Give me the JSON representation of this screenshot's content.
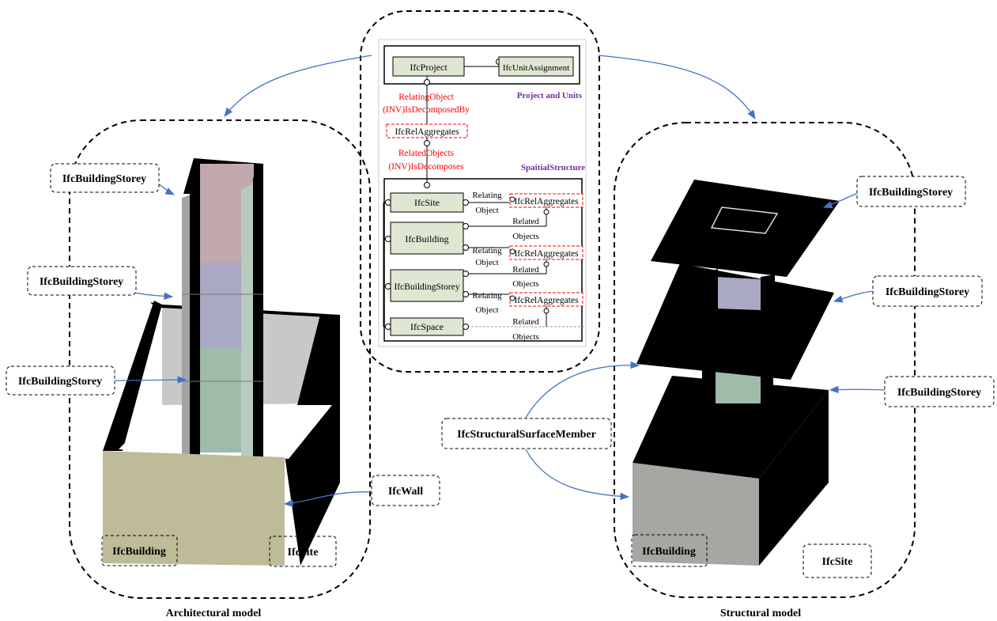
{
  "schema": {
    "project": "IfcProject",
    "unit_assignment": "IfcUnitAssignment",
    "project_units_title": "Project and Units",
    "relating_object": "RelatingObject",
    "inv_is_decomposed_by": "(INV)IsDecomposedBy",
    "rel_aggregates": "IfcRelAggregates",
    "related_objects": "RelatedObjects",
    "inv_decomposes": "(INV)IsDecomposes",
    "spatial_title": "SpaitialStructure",
    "entities": [
      "IfcSite",
      "IfcBuilding",
      "IfcBuildingStorey",
      "IfcSpace"
    ],
    "relating": "Relating",
    "object": "Object",
    "related": "Related",
    "objects": "Objects",
    "rel_aggregates_rows": [
      "IfcRelAggregates",
      "IfcRelAggregates",
      "IfcRelAggregates"
    ]
  },
  "architectural": {
    "caption": "Architectural model",
    "storey_labels": [
      "IfcBuildingStorey",
      "IfcBuildingStorey",
      "IfcBuildingStorey"
    ],
    "wall_label": "IfcWall",
    "building_label": "IfcBuilding",
    "site_label": "IfcSite"
  },
  "structural": {
    "caption": "Structural model",
    "storey_labels": [
      "IfcBuildingStorey",
      "IfcBuildingStorey",
      "IfcBuildingStorey"
    ],
    "surface_member_label": "IfcStructuralSurfaceMember",
    "building_label": "IfcBuilding",
    "site_label": "IfcSite"
  },
  "colors": {
    "wall_black": "#000000",
    "facade": "#bdbb98",
    "room_top": "#c0a8ad",
    "room_mid": "#a9a9c3",
    "room_low": "#9fbba9",
    "struct_base": "#a5a7a2",
    "arrow_blue": "#4472c4",
    "schema_box": "#dfe6d1",
    "schema_red": "#ff0000",
    "schema_purple": "#7030a0"
  }
}
